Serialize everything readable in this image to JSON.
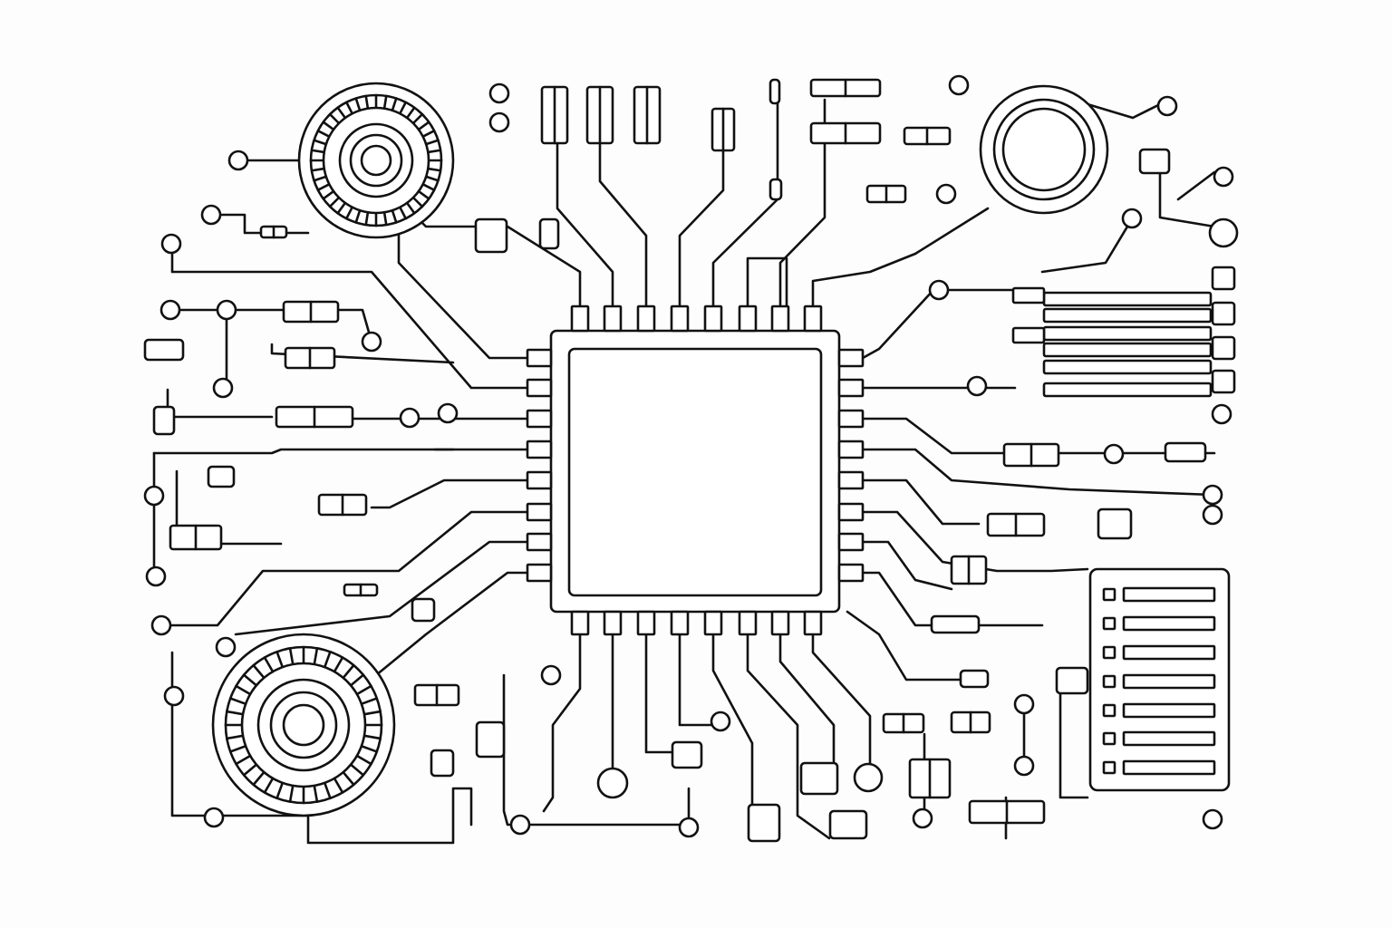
{
  "diagram": {
    "colors": {
      "background": "#fdfdfd",
      "stroke": "#111111",
      "fill": "#ffffff"
    },
    "components": [
      "microchip",
      "gear-disc-top-left",
      "gear-disc-bottom-left",
      "ring-top-right",
      "connector-block",
      "resistors",
      "pads",
      "traces"
    ]
  }
}
